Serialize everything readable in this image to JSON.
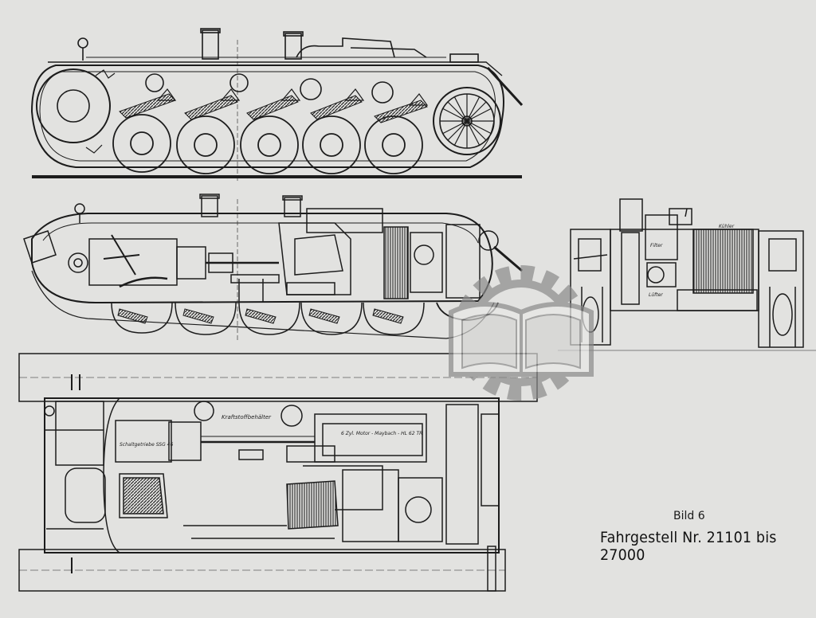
{
  "caption": {
    "figure_number": "Bild 6",
    "title": "Fahrgestell Nr. 21101 bis 27000"
  },
  "plan_labels": {
    "fuel_tank": "Kraftstoffbehälter",
    "engine": "6 Zyl. Motor - Maybach - HL 62 TR",
    "gearbox": "Schaltgetriebe SSG 46"
  },
  "front_view_labels": {
    "radiator": "Kühler",
    "filter": "Filter",
    "fan": "Lüfter"
  },
  "emblem": {
    "name": "gear-book-watermark",
    "color": "#8a8a8a"
  },
  "colors": {
    "paper": "#e2e2e0",
    "ink": "#1c1c1c",
    "hatch": "#3a3a3a"
  }
}
